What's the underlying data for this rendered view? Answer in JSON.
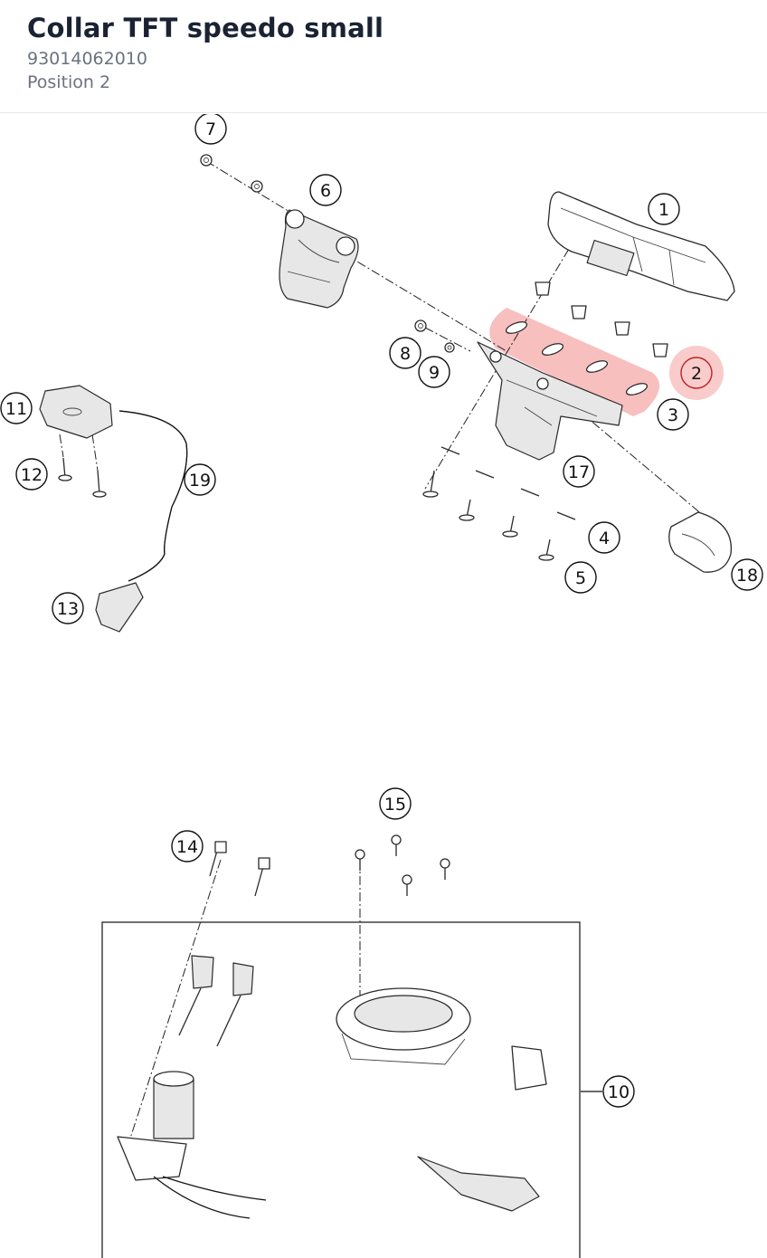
{
  "part": {
    "name": "Collar TFT speedo small",
    "number": "93014062010",
    "position": "Position 2"
  },
  "diagram": {
    "callouts": [
      "1",
      "2",
      "3",
      "4",
      "5",
      "6",
      "7",
      "8",
      "9",
      "10",
      "11",
      "12",
      "13",
      "14",
      "15",
      "17",
      "18",
      "19"
    ],
    "highlighted": "2",
    "highlight_color": "#f28b8b"
  },
  "colors": {
    "title": "#1a2233",
    "muted": "#6b7280",
    "line": "#2a2a2a"
  }
}
